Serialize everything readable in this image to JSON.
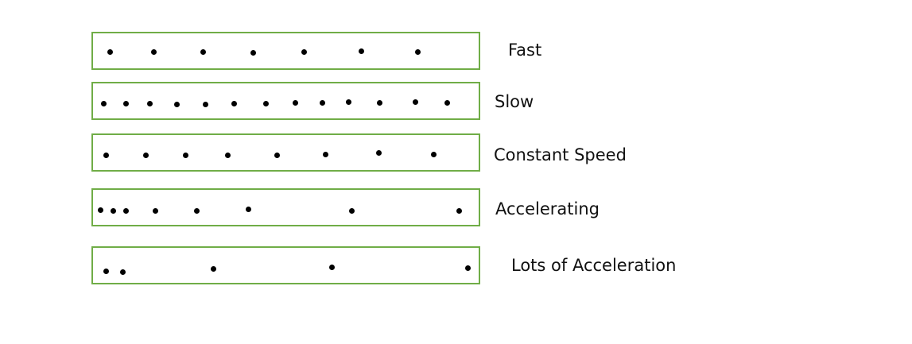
{
  "strips": [
    {
      "label": "Fast",
      "dot_count": 7
    },
    {
      "label": "Slow",
      "dot_count": 13
    },
    {
      "label": "Constant Speed",
      "dot_count": 8
    },
    {
      "label": "Accelerating",
      "dot_count": 8
    },
    {
      "label": "Lots of Acceleration",
      "dot_count": 5
    }
  ],
  "colors": {
    "strip_border": "#70ad47",
    "dot": "#000000",
    "text": "#111111"
  }
}
